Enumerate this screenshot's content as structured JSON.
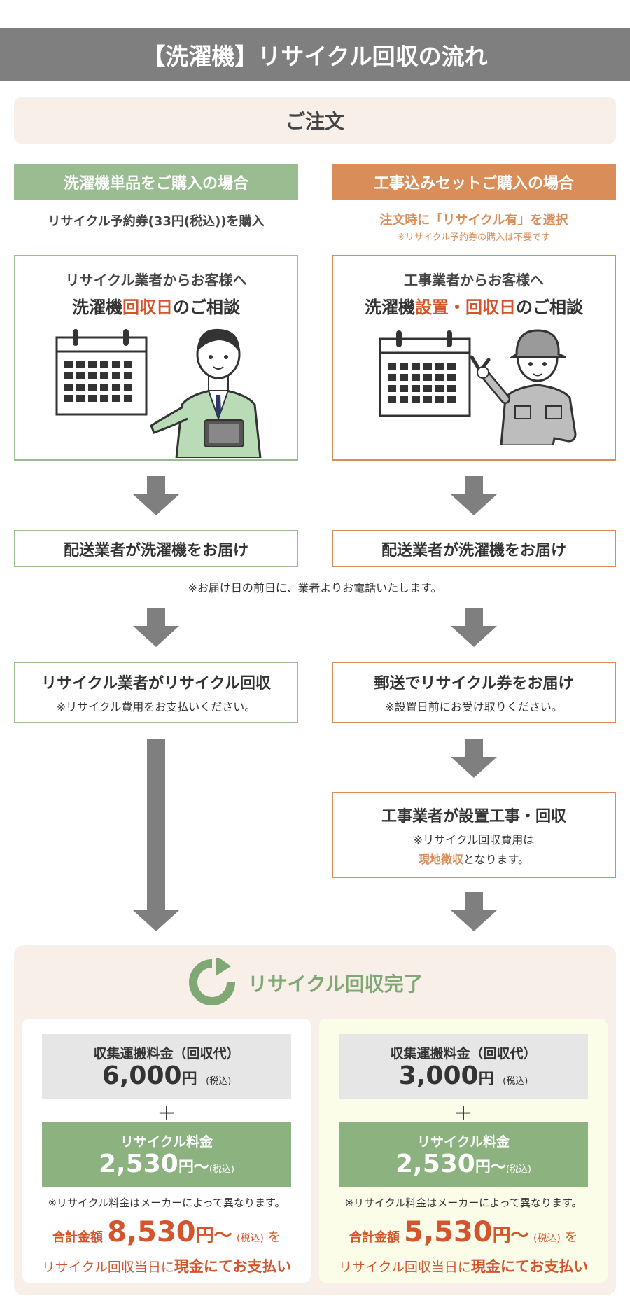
{
  "header": {
    "title": "【洗濯機】リサイクル回収の流れ"
  },
  "order": {
    "label": "ご注文"
  },
  "left": {
    "tag": "洗濯機単品をご購入の場合",
    "sub": "リサイクル予約券(33円(税込))を購入",
    "card_line1": "リサイクル業者からお客様へ",
    "card_line2_pre": "洗濯機",
    "card_line2_hl": "回収日",
    "card_line2_post": "のご相談",
    "delivery": "配送業者が洗濯機をお届け",
    "step_main": "リサイクル業者がリサイクル回収",
    "step_sub": "※リサイクル費用をお支払いください。"
  },
  "right": {
    "tag": "工事込みセットご購入の場合",
    "sub": "注文時に「リサイクル有」を選択",
    "sub_note": "※リサイクル予約券の購入は不要です",
    "card_line1": "工事業者からお客様へ",
    "card_line2_pre": "洗濯機",
    "card_line2_hl": "設置・回収日",
    "card_line2_post": "のご相談",
    "delivery": "配送業者が洗濯機をお届け",
    "step_main": "郵送でリサイクル券をお届け",
    "step_sub": "※設置日前にお受け取りください。",
    "step2_main": "工事業者が設置工事・回収",
    "step2_sub1": "※リサイクル回収費用は",
    "step2_sub2_hl": "現地徴収",
    "step2_sub2_post": "となります。"
  },
  "shared_note": "※お届け日の前日に、業者よりお電話いたします。",
  "complete": {
    "title": "リサイクル回収完了",
    "left": {
      "collect_label": "収集運搬料金（回収代）",
      "collect_value": "6,000",
      "collect_unit": "円",
      "tax": "(税込)",
      "plus": "＋",
      "recycle_label": "リサイクル料金",
      "recycle_value": "2,530",
      "recycle_unit": "円〜",
      "maker_note": "※リサイクル料金はメーカーによって異なります。",
      "total_label": "合計金額",
      "total_value": "8,530",
      "total_unit": "円〜",
      "total_suffix": "を",
      "pay_pre": "リサイクル回収当日に",
      "pay_strong": "現金にてお支払い"
    },
    "right": {
      "collect_label": "収集運搬料金（回収代）",
      "collect_value": "3,000",
      "collect_unit": "円",
      "tax": "(税込)",
      "plus": "＋",
      "recycle_label": "リサイクル料金",
      "recycle_value": "2,530",
      "recycle_unit": "円〜",
      "maker_note": "※リサイクル料金はメーカーによって異なります。",
      "total_label": "合計金額",
      "total_value": "5,530",
      "total_unit": "円〜",
      "total_suffix": "を",
      "pay_pre": "リサイクル回収当日に",
      "pay_strong": "現金にてお支払い"
    }
  },
  "colors": {
    "green": "#99bd91",
    "orange": "#d98e5a",
    "red": "#d4542b",
    "gray": "#7f7f7f",
    "cream": "#f8efe8"
  }
}
